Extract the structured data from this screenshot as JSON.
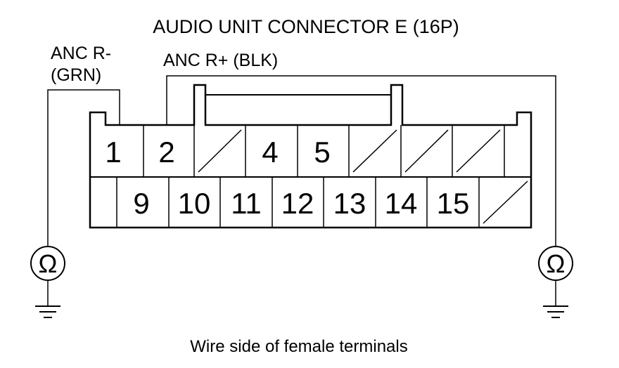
{
  "title": "AUDIO UNIT CONNECTOR E (16P)",
  "probe_left": {
    "label_line1": "ANC R-",
    "label_line2": "(GRN)",
    "symbol": "Ω",
    "icon": "ohmmeter-icon"
  },
  "probe_right": {
    "label": "ANC R+ (BLK)",
    "symbol": "Ω",
    "icon": "ohmmeter-icon"
  },
  "caption": "Wire side of female terminals",
  "top_row": [
    "1",
    "2",
    "",
    "4",
    "5",
    "",
    "",
    "",
    ""
  ],
  "bottom_row": [
    "",
    "9",
    "10",
    "11",
    "12",
    "13",
    "14",
    "15",
    ""
  ]
}
